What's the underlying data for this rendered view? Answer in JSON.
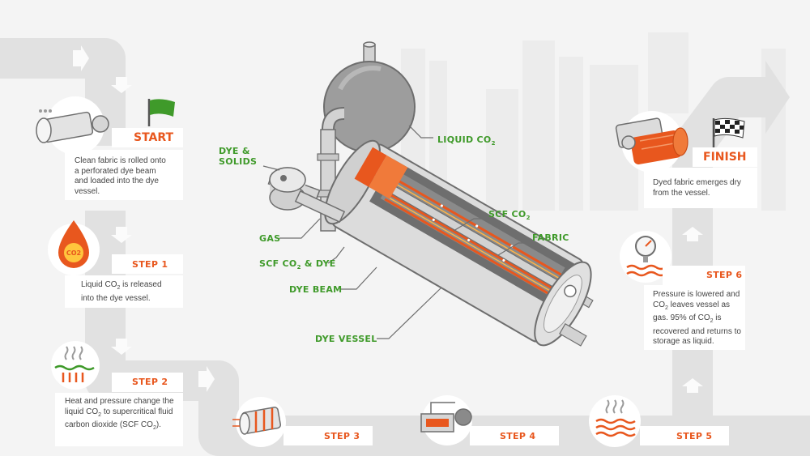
{
  "labels": {
    "liquid_co2": "LIQUID CO",
    "liquid_co2_sub": "2",
    "dye_solids_1": "DYE &",
    "dye_solids_2": "SOLIDS",
    "gas": "GAS",
    "scf_co2_dye": "SCF CO",
    "scf_co2_dye_sub": "2",
    "scf_co2_dye_tail": " & DYE",
    "dye_beam": "DYE BEAM",
    "dye_vessel": "DYE VESSEL",
    "scf_co2": "SCF CO",
    "scf_co2_sub": "2",
    "fabric": "FABRIC",
    "co2_badge": "CO2"
  },
  "steps": {
    "start": {
      "title": "START",
      "text": "Clean fabric is rolled onto a perforated dye beam and loaded into the dye vessel."
    },
    "step1": {
      "title": "STEP 1",
      "text_a": "Liquid CO",
      "text_sub": "2",
      "text_b": " is released into the dye vessel."
    },
    "step2": {
      "title": "STEP 2",
      "text_a": "Heat and pressure change the liquid CO",
      "text_sub": "2",
      "text_b": " to supercritical fluid carbon dioxide (SCF CO",
      "text_sub2": "2",
      "text_c": ")."
    },
    "step3": {
      "title": "STEP 3"
    },
    "step4": {
      "title": "STEP 4"
    },
    "step5": {
      "title": "STEP 5"
    },
    "step6": {
      "title": "STEP 6",
      "text_a": "Pressure is lowered and CO",
      "text_sub": "2",
      "text_b": " leaves vessel as gas. 95% of CO",
      "text_sub2": "2",
      "text_c": " is recovered and returns to storage as liquid."
    },
    "finish": {
      "title": "FINISH",
      "text": "Dyed fabric emerges dry from the vessel."
    }
  },
  "colors": {
    "accent": "#e8571e",
    "green": "#3f9a2a",
    "pipe": "#dcdcdc",
    "bg": "#f4f4f4"
  }
}
